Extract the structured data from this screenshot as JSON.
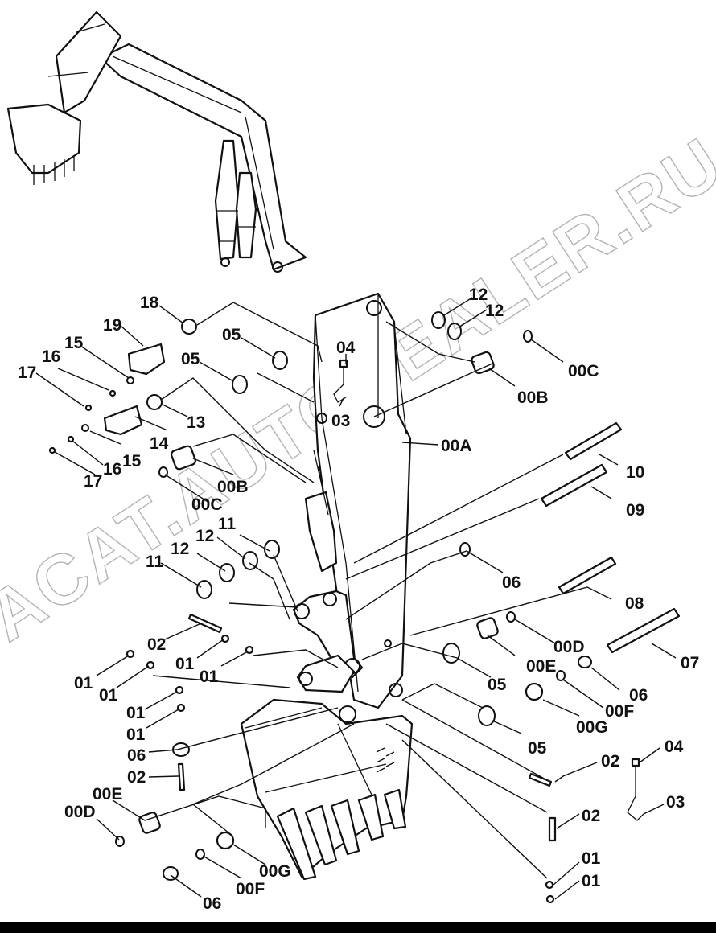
{
  "watermark": "ACAT.AUTODEALER.RU",
  "labels": [
    "18",
    "19",
    "15",
    "16",
    "17",
    "05",
    "05",
    "12",
    "12",
    "04",
    "03",
    "00C",
    "00B",
    "00A",
    "13",
    "14",
    "15",
    "16",
    "17",
    "00B",
    "00C",
    "10",
    "09",
    "11",
    "11",
    "12",
    "12",
    "06",
    "08",
    "02",
    "01",
    "01",
    "00D",
    "00E",
    "07",
    "01",
    "01",
    "05",
    "06",
    "01",
    "01",
    "00F",
    "00G",
    "05",
    "06",
    "02",
    "00E",
    "00D",
    "02",
    "02",
    "00G",
    "00F",
    "06",
    "04",
    "03",
    "01",
    "01"
  ],
  "colors": {
    "ink": "#111111",
    "watermark": "#9a9a9a",
    "background": "#ffffff"
  }
}
